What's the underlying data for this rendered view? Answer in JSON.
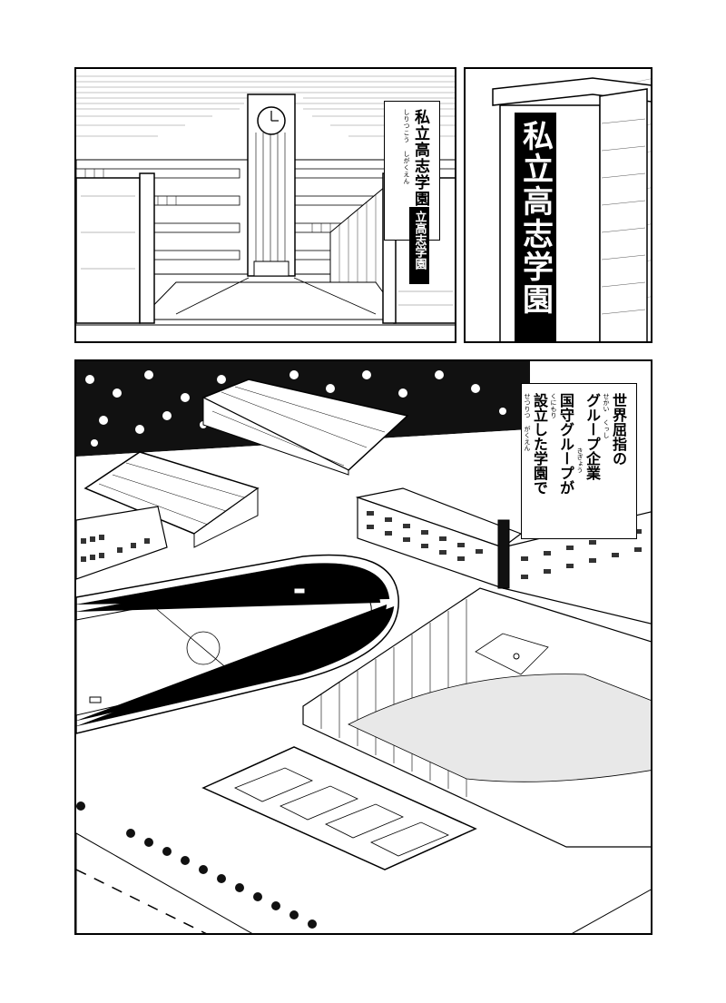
{
  "panel1": {
    "caption": {
      "text": "私立高志学園",
      "ruby": "しりつこう しがくえん"
    },
    "gate_plaque": "立高志学園"
  },
  "panel2": {
    "pillar_plaque": "私立高志学園"
  },
  "panel3": {
    "caption": {
      "line1": "世界屈指の",
      "line2": "グループ企業",
      "line3": "国守グループが",
      "line4": "設立した学園で",
      "ruby1": "せかい くっし",
      "ruby2": "きぎょう",
      "ruby3": "くにもり",
      "ruby4": "せつりつ がくえん"
    }
  }
}
